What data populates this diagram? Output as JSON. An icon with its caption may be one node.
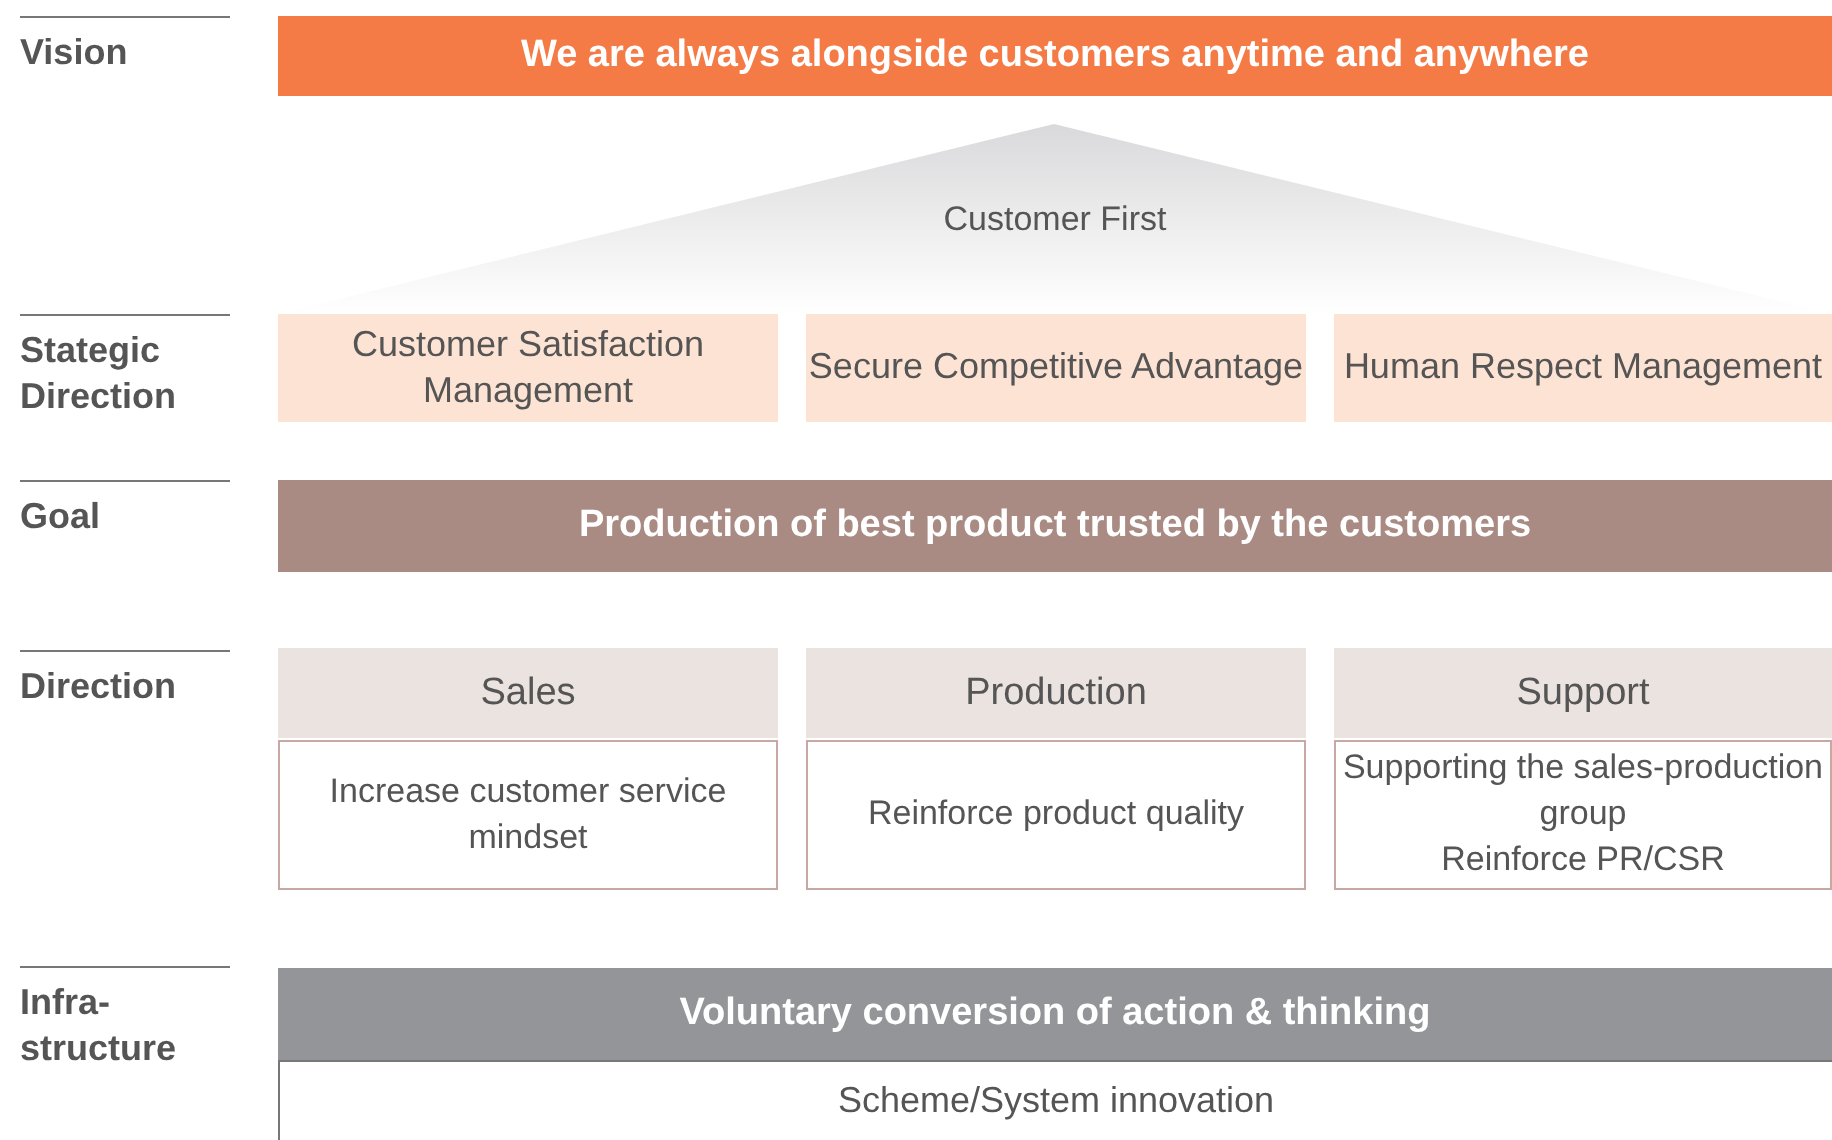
{
  "diagram": {
    "nodes": [
      {
        "text": [
          "We are always alongside customers anytime and anywhere"
        ]
      },
      {
        "text": [
          "Customer First"
        ]
      },
      {
        "text": [
          "Customer Satisfaction Management"
        ]
      },
      {
        "text": [
          "Secure Competitive Advantage"
        ]
      },
      {
        "text": [
          "Human Respect Management"
        ]
      },
      {
        "text": [
          "Production of best product trusted by the customers"
        ]
      },
      {
        "text": [
          "Sales"
        ]
      },
      {
        "text": [
          "Production"
        ]
      },
      {
        "text": [
          "Support"
        ]
      },
      {
        "text": [
          "Increase customer service mindset"
        ]
      },
      {
        "text": [
          "Reinforce product quality"
        ]
      },
      {
        "text": [
          "Supporting the sales-production group",
          "Reinforce PR/CSR"
        ]
      },
      {
        "text": [
          "Voluntary conversion of action & thinking"
        ]
      },
      {
        "text": [
          "Scheme/System innovation"
        ]
      }
    ],
    "labels": [
      "Vision",
      "Stategic Direction",
      "Goal",
      "Direction",
      "Infra- structure"
    ]
  }
}
